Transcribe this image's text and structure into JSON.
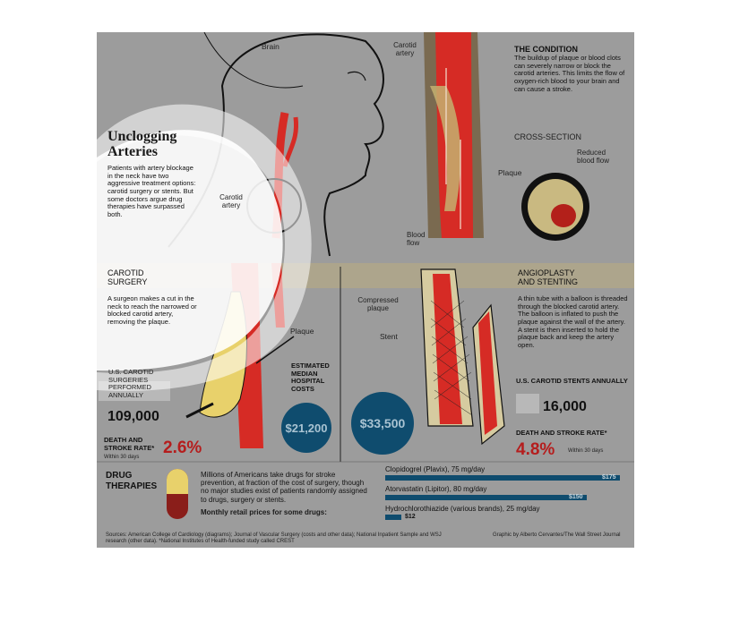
{
  "intro": {
    "title_line1": "Unclogging",
    "title_line2": "Arteries",
    "text": "Patients with artery blockage in the neck have two aggressive treatment options: carotid surgery or stents. But some doctors argue drug therapies have surpassed both."
  },
  "diagram_labels": {
    "brain": "Brain",
    "carotid_artery_neck": "Carotid artery",
    "carotid_artery_top": "Carotid artery",
    "plaque_top": "Plaque",
    "blood_flow": "Blood flow",
    "reduced_blood_flow": "Reduced blood flow",
    "plaque_surgery": "Plaque",
    "compressed_plaque": "Compressed plaque",
    "stent": "Stent"
  },
  "condition": {
    "heading": "THE CONDITION",
    "text": "The buildup of plaque or blood clots can severely narrow or block the carotid arteries. This limits the flow of oxygen-rich blood to your brain and can cause a stroke.",
    "cross_section": "CROSS-SECTION"
  },
  "surgery": {
    "heading_line1": "CAROTID",
    "heading_line2": "SURGERY",
    "text": "A surgeon makes a cut in the neck to reach the narrowed or blocked carotid artery, removing the plaque.",
    "stat_label": "U.S. CAROTID SURGERIES PERFORMED ANNUALLY",
    "stat_value": "109,000",
    "rate_label": "DEATH AND STROKE RATE*",
    "rate_sub": "Within 30 days",
    "rate_value": "2.6%"
  },
  "cost": {
    "label": "ESTIMATED MEDIAN HOSPITAL COSTS",
    "surgery": "$21,200",
    "stenting": "$33,500"
  },
  "stenting": {
    "heading_line1": "ANGIOPLASTY",
    "heading_line2": "AND STENTING",
    "text": "A thin tube with a balloon is threaded through the blocked carotid artery. The balloon is inflated to push the plaque against the wall of the artery. A stent is then inserted to hold the plaque back and keep the artery open.",
    "stat_label": "U.S. CAROTID STENTS ANNUALLY",
    "stat_value": "16,000",
    "rate_label": "DEATH AND STROKE RATE*",
    "rate_sub": "Within 30 days",
    "rate_value": "4.8%"
  },
  "drugs": {
    "heading_line1": "DRUG",
    "heading_line2": "THERAPIES",
    "text": "Millions of Americans take drugs for stroke prevention, at fraction of the cost of surgery, though no major studies exist of patients randomly assigned to drugs, surgery or stents.",
    "subhead": "Monthly retail prices for some drugs:"
  },
  "chart_data": {
    "type": "bar",
    "categories": [
      "Clopidogrel (Plavix), 75 mg/day",
      "Atorvastatin (Lipitor), 80 mg/day",
      "Hydrochlorothiazide (various brands), 25 mg/day"
    ],
    "values": [
      175,
      150,
      12
    ],
    "labels": [
      "$175",
      "$150",
      "$12"
    ],
    "title": "Monthly retail prices for some drugs:",
    "orientation": "horizontal",
    "color": "#0f4c6e"
  },
  "footer": {
    "sources": "Sources: American College of Cardiology (diagrams); Journal of Vascular Surgery (costs and other data); National Inpatient Sample and WSJ research (other data). *National Institutes of Health-funded study called CREST",
    "credit": "Graphic by Alberto Cervantes/The Wall Street Journal"
  },
  "colors": {
    "artery_red": "#d62b25",
    "plaque_yellow": "#e8d16b",
    "cost_blue": "#0f4c6e",
    "panel_gray": "#9c9c9c"
  }
}
